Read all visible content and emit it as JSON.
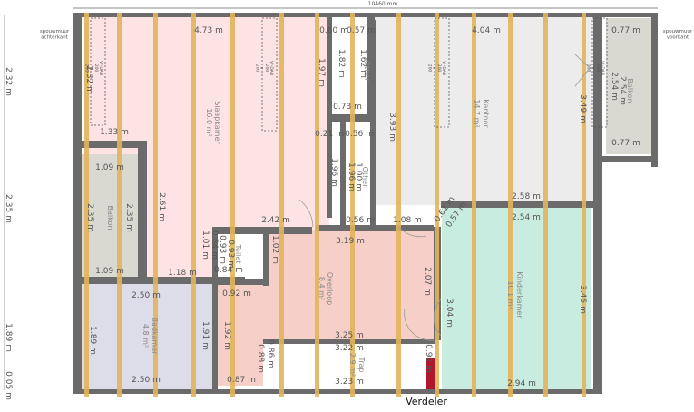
{
  "header": {
    "total_width": "10460 mm"
  },
  "wall_labels": {
    "left": "spouwmuur\nachterkant",
    "right": "spouwmuur\nvoorkant"
  },
  "footer": {
    "verdeler": "Verdeler"
  },
  "rooms": [
    {
      "id": "slaapkamer",
      "name": "Slaapkamer",
      "area": "16.0 m²"
    },
    {
      "id": "kantoor",
      "name": "Kantoor",
      "area": "14.7 m²"
    },
    {
      "id": "kinderkamer",
      "name": "Kinderkamer",
      "area": "10.1 m²"
    },
    {
      "id": "overloop",
      "name": "Overloop",
      "area": "8.4 m²"
    },
    {
      "id": "badkamer",
      "name": "Badkamer",
      "area": "4.8 m²"
    },
    {
      "id": "balkon-left",
      "name": "Balkon",
      "area": ""
    },
    {
      "id": "balkon-right",
      "name": "Balkon",
      "area": ""
    },
    {
      "id": "trap",
      "name": "Trap",
      "area": "2.9 m²"
    },
    {
      "id": "toilet",
      "name": "Toilet",
      "area": ""
    },
    {
      "id": "other1",
      "name": "Other",
      "area": ""
    },
    {
      "id": "other2",
      "name": "Other",
      "area": ""
    }
  ],
  "side_dims": [
    "2.32 m",
    "2.35 m",
    "1.89 m",
    "0.05 m"
  ],
  "dims": [
    "4.73 m",
    "0.60 m",
    "0.57 m",
    "4.04 m",
    "0.77 m",
    "2.32 m",
    "1.33 m",
    "1.97 m",
    "1.82 m",
    "1.62 m",
    "0.73 m",
    "3.93 m",
    "3.49 m",
    "2.54 m",
    "2.54 m",
    "0.77 m",
    "0.21 m",
    "0.56 m",
    "1.96 m",
    "1.96 m",
    "1.00 m",
    "1.09 m",
    "2.35 m",
    "2.35 m",
    "2.61 m",
    "2.42 m",
    "0.56 m",
    "1.08 m",
    "0.61 m",
    "0.57 m",
    "2.58 m",
    "2.54 m",
    "1.09 m",
    "1.18 m",
    "1.01 m",
    "0.84 m",
    "0.93 m",
    "0.93 m",
    "0.84 m",
    "1.02 m",
    "3.19 m",
    "2.07 m",
    "3.45 m",
    "2.50 m",
    "0.92 m",
    "3.04 m",
    "1.89 m",
    "1.91 m",
    "1.92 m",
    "3.25 m",
    "3.22 m",
    "0.86 m",
    "0.88 m",
    "0.87 m",
    "2.50 m",
    "3.23 m",
    "0.92 m",
    "2.94 m"
  ],
  "radiators": [
    {
      "text": "Vr-DAB\n200\nx\n200"
    },
    {
      "text": "Vr-DAB\n200\nx\n200"
    },
    {
      "text": "Vr-DAB\n200\nx\n200"
    },
    {
      "text": "Vr-DAB\n200\nx\n200"
    }
  ],
  "colors": {
    "wall": "#6b6b6b",
    "beam": "#e2b45c",
    "slaapkamer": "#fde3e3",
    "kantoor": "#ececec",
    "kinderkamer": "#c9ece0",
    "overloop": "#f5cfc8",
    "badkamer": "#dddde9",
    "balkon": "#d9d9d2",
    "verdeler": "#b0172b"
  }
}
